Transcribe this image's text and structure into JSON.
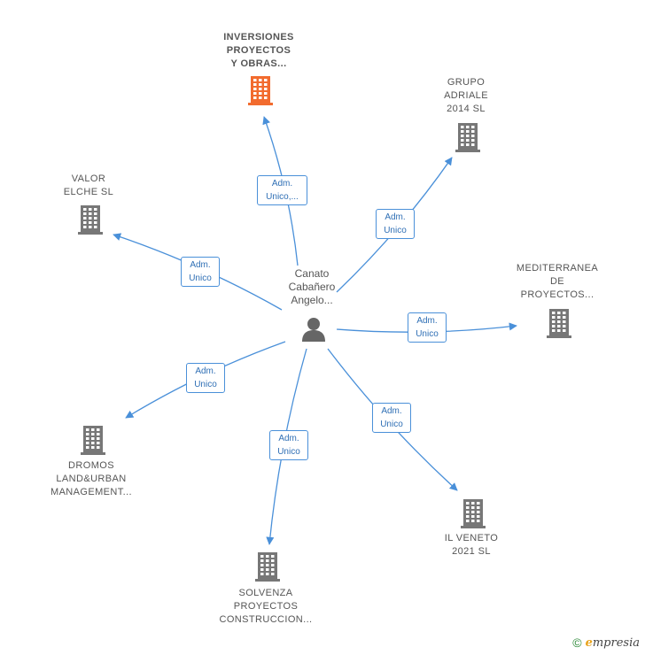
{
  "diagram": {
    "center": {
      "label": "Canato\nCabañero\nAngelo..."
    },
    "nodes": [
      {
        "id": "inversiones",
        "label": "INVERSIONES\nPROYECTOS\nY OBRAS...",
        "color": "#f26b2e",
        "main": true
      },
      {
        "id": "grupo",
        "label": "GRUPO\nADRIALE\n2014  SL",
        "color": "#777777"
      },
      {
        "id": "valor",
        "label": "VALOR\nELCHE  SL",
        "color": "#777777"
      },
      {
        "id": "mediterranea",
        "label": "MEDITERRANEA\nDE\nPROYECTOS...",
        "color": "#777777"
      },
      {
        "id": "dromos",
        "label": "DROMOS\nLAND&URBAN\nMANAGEMENT...",
        "color": "#777777"
      },
      {
        "id": "ilveneto",
        "label": "IL VENETO\n2021  SL",
        "color": "#777777"
      },
      {
        "id": "solvenza",
        "label": "SOLVENZA\nPROYECTOS\nCONSTRUCCION...",
        "color": "#777777"
      }
    ],
    "edges": [
      {
        "to": "inversiones",
        "label": "Adm.\nUnico,..."
      },
      {
        "to": "grupo",
        "label": "Adm.\nUnico"
      },
      {
        "to": "valor",
        "label": "Adm.\nUnico"
      },
      {
        "to": "mediterranea",
        "label": "Adm.\nUnico"
      },
      {
        "to": "dromos",
        "label": "Adm.\nUnico"
      },
      {
        "to": "ilveneto",
        "label": "Adm.\nUnico"
      },
      {
        "to": "solvenza",
        "label": "Adm.\nUnico"
      }
    ],
    "edge_color": "#4a90d9"
  },
  "footer": {
    "copyright_symbol": "©",
    "brand_initial": "e",
    "brand_rest": "mpresia"
  }
}
